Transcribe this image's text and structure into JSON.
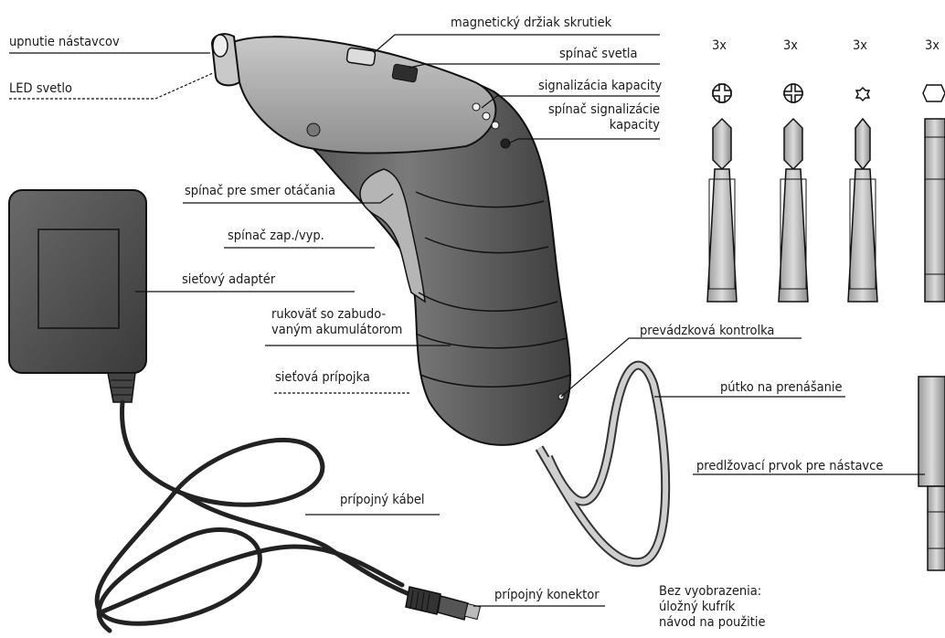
{
  "labels": {
    "bit_holder": "upnutie nástavcov",
    "led_light": "LED svetlo",
    "magnetic_holder": "magnetický držiak skrutiek",
    "light_switch": "spínač svetla",
    "capacity_indicator": "signalizácia kapacity",
    "capacity_switch_line1": "spínač signalizácie",
    "capacity_switch_line2": "kapacity",
    "direction_switch": "spínač pre smer otáčania",
    "onoff_switch": "spínač zap./vyp.",
    "power_adapter": "sieťový adaptér",
    "handle_line1": "rukoväť so zabudo-",
    "handle_line2": "vaným akumulátorom",
    "mains_socket": "sieťová prípojka",
    "operation_light": "prevádzková kontrolka",
    "carry_strap": "pútko na prenášanie",
    "extension": "predlžovací prvok pre nástavce",
    "cable": "prípojný kábel",
    "connector": "prípojný konektor"
  },
  "bits": [
    {
      "qty": "3x",
      "icon": "phillips-cross-icon"
    },
    {
      "qty": "3x",
      "icon": "pozidriv-cross-icon"
    },
    {
      "qty": "3x",
      "icon": "torx-star-icon"
    },
    {
      "qty": "3x",
      "icon": "hex-icon"
    }
  ],
  "note": {
    "line1": "Bez vyobrazenia:",
    "line2": "úložný kufrík",
    "line3": "návod na použitie"
  }
}
